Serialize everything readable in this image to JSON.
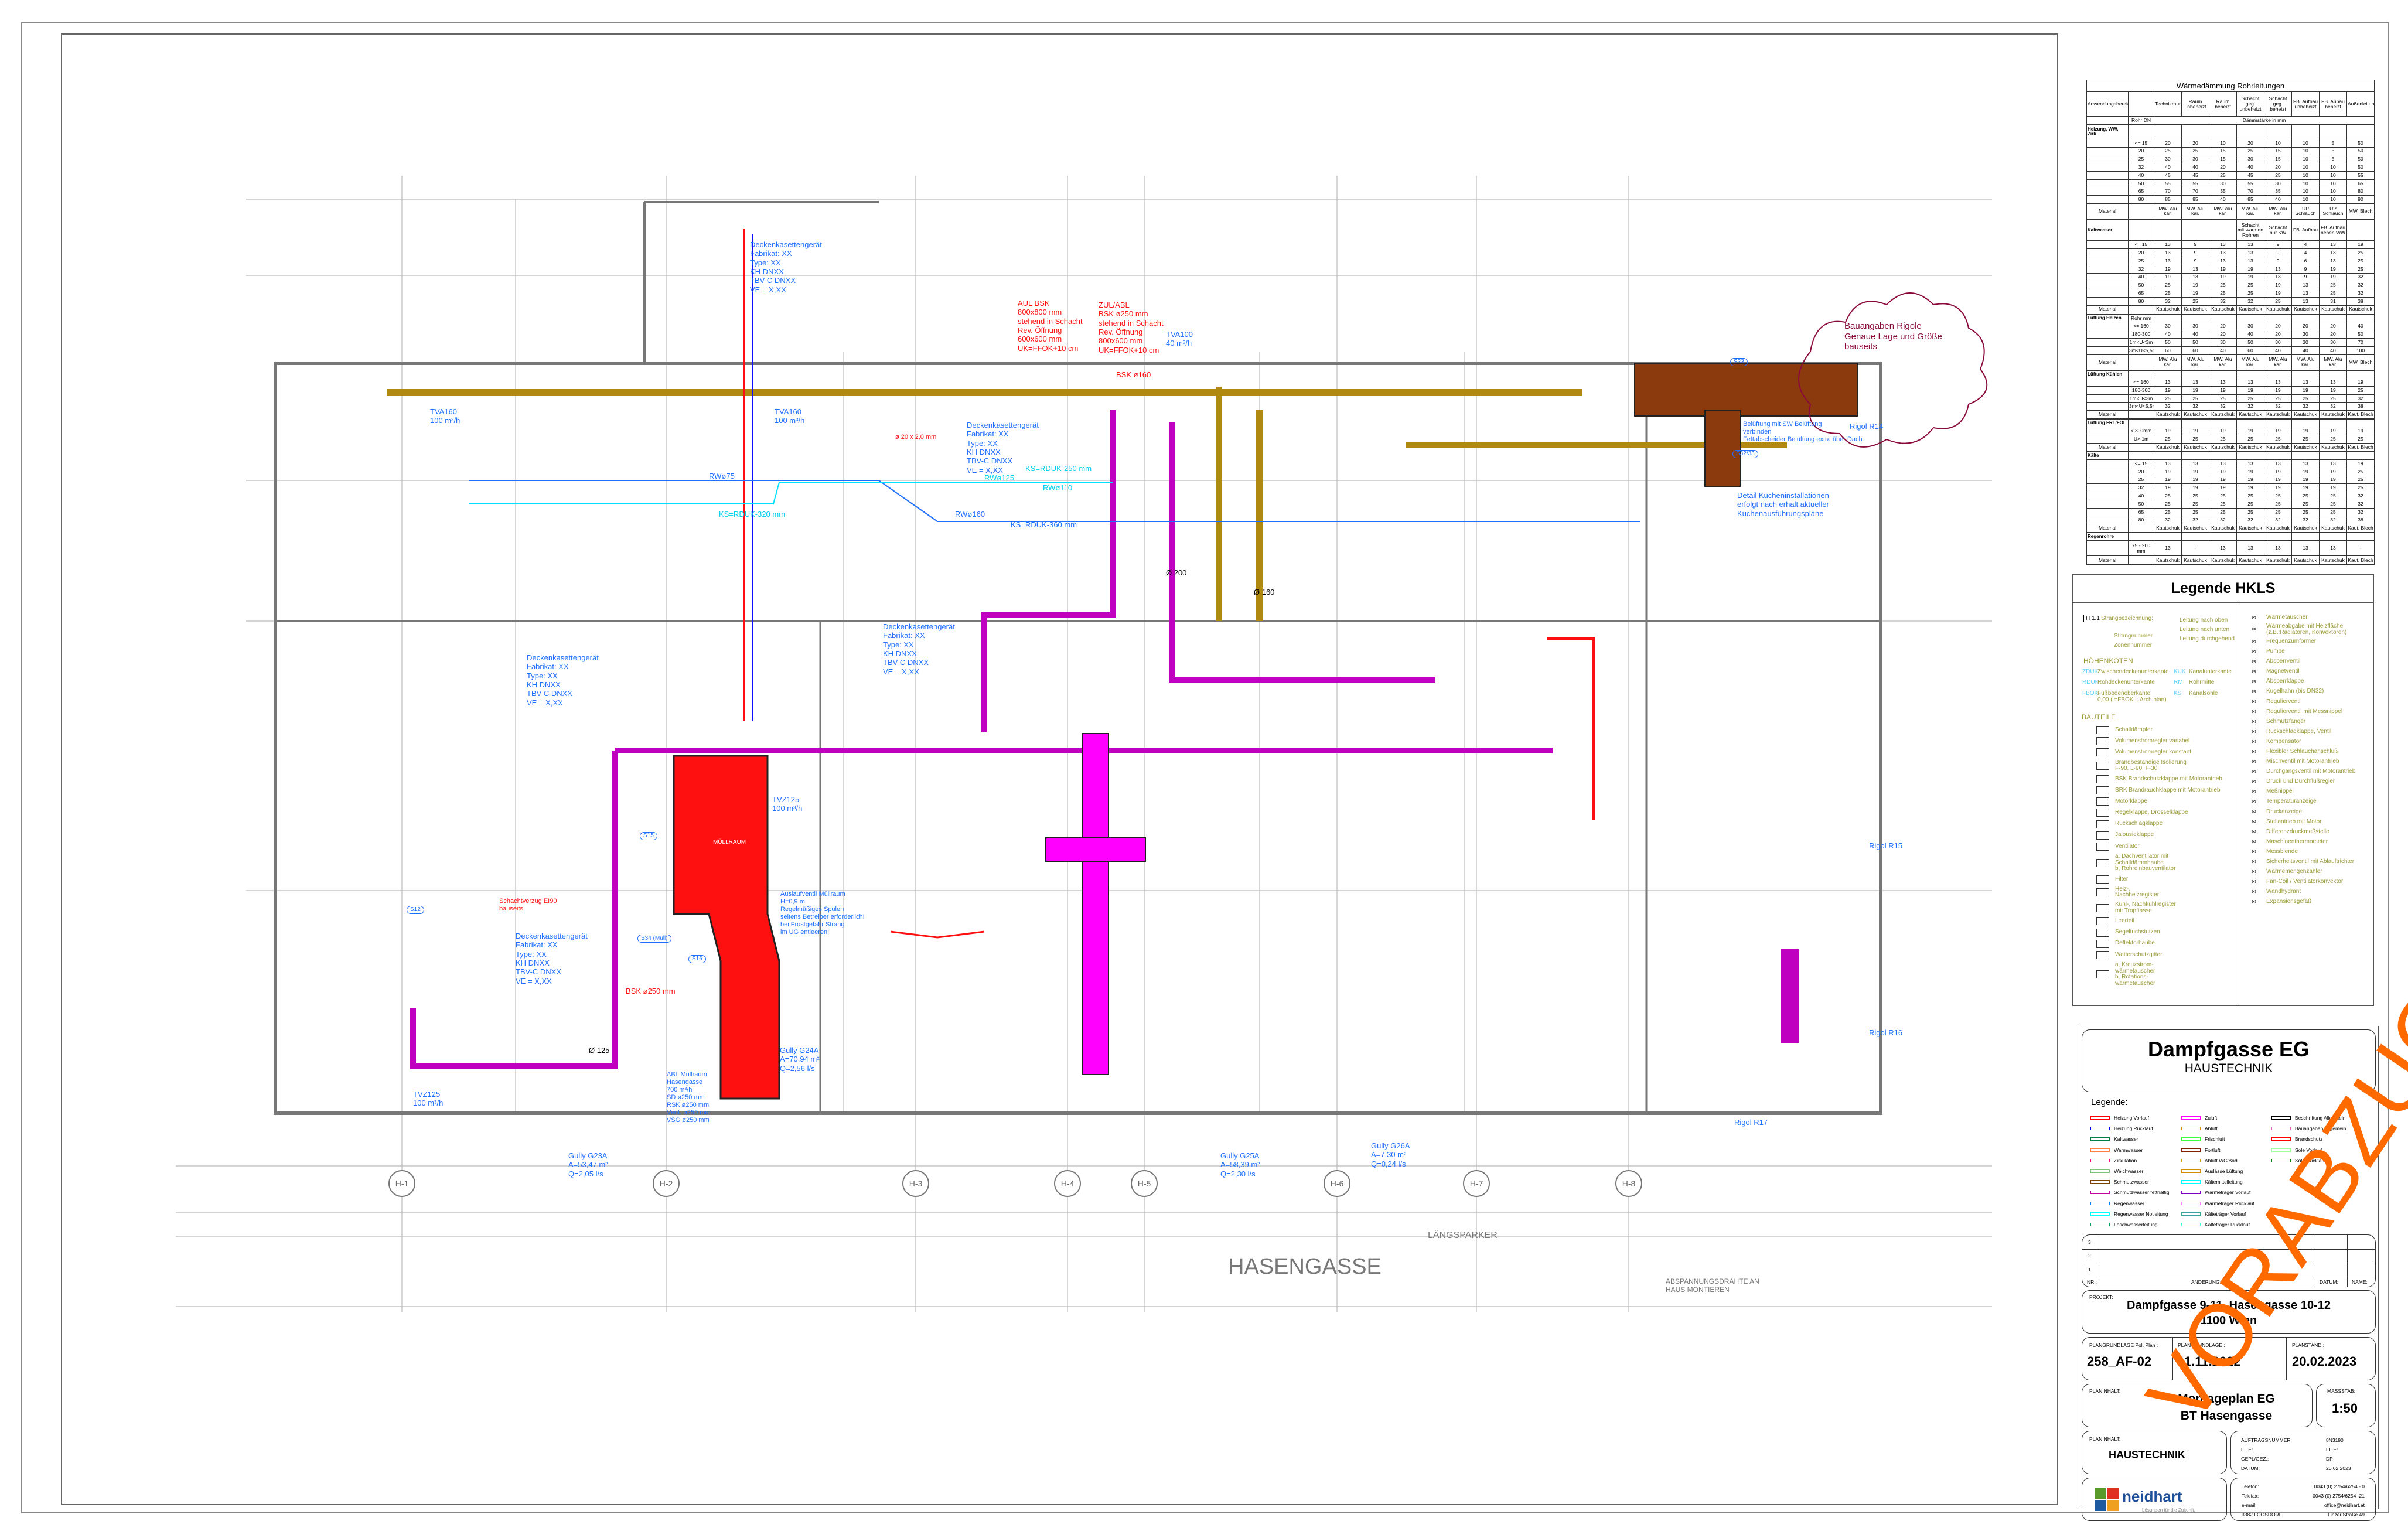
{
  "plan": {
    "street": "HASENGASSE",
    "parking": "LÄNGSPARKER",
    "wires_note": "ABSPANNUNGSDRÄHTE AN\nHAUS MONTIEREN",
    "axes": [
      "H-1",
      "H-2",
      "H-3",
      "H-4",
      "H-5",
      "H-6",
      "H-7",
      "H-8"
    ],
    "fancoil": "Deckenkasettengerät\nFabrikat: XX\nType: XX\nKH DNXX\nTBV-C DNXX\nVE = X,XX",
    "aul_bsk": "AUL BSK\n800x800 mm\nstehend in Schacht\nRev. Öffnung\n600x600 mm\nUK=FFOK+10 cm",
    "zul_abl": "ZUL/ABL\nBSK ø250 mm\nstehend in Schacht\nRev. Öffnung\n800x600 mm\nUK=FFOK+10 cm",
    "tva160_a": "TVA160\n100 m³/h",
    "tva160_b": "TVA160\n100 m³/h",
    "tva100": "TVA100\n40 m³/h",
    "tvz125_a": "TVZ125\n100 m³/h",
    "tvz125_b": "TVZ125\n100 m³/h",
    "rw75": "RWø75",
    "rw125": "RWø125",
    "rw110": "RWø110",
    "rw160": "RWø160",
    "ks320": "KS=RDUK-320 mm",
    "ks250": "KS=RDUK-250 mm",
    "ks360": "KS=RDUK-360 mm",
    "pipe_20": "ø 20 x 2,0 mm",
    "d160": "Ø 160",
    "d200": "Ø 200",
    "d125": "Ø 125",
    "bsk160": "BSK ø160",
    "cloud": "Bauangaben Rigole\nGenaue Lage und Größe\nbauseits",
    "rigol_r14": "Rigol R14",
    "rigol_r15": "Rigol R15",
    "rigol_r16": "Rigol R16",
    "rigol_r17": "Rigol R17",
    "kitchen_vent": "Belüftung mit SW Belüftung\nverbinden\nFettabscheider Belüftung extra über Dach",
    "kitchen_detail": "Detail Kücheninstallationen\nerfolgt nach erhalt aktueller\nKüchenausführungspläne",
    "schacht": "Schachtverzug EI90\nbauseits",
    "bsk250": "BSK ø250 mm",
    "auslauf": "Auslaufventil Müllraum\nH=0,9 m\nRegelmäßiges Spülen\nseitens Betreiber erforderlich!\nbei Frostgefahr Strang\nim UG entleeren!",
    "abl_muell": "ABL Müllraum\nHasengasse\n700 m³/h\nSD ø250 mm\nRSK ø250 mm\nVent. ø250 mm\nVSG ø250 mm",
    "muellraum": "MÜLLRAUM",
    "gully_g23a": "Gully G23A\nA=53,47 m²\nQ=2,05 l/s",
    "gully_g24a": "Gully G24A\nA=70,94 m²\nQ=2,56 l/s",
    "gully_g25a": "Gully G25A\nA=58,39 m²\nQ=2,30 l/s",
    "gully_g26a": "Gully G26A\nA=7,30 m²\nQ=0,24 l/s",
    "s12": "S12",
    "s15": "S15",
    "s16": "S16",
    "s34": "S34 (Müll)",
    "s33": "S33",
    "s3233": "S32/33"
  },
  "insulation_table": {
    "title": "Wärmedämmung Rohrleitungen",
    "header": [
      "Anwendungsbereich",
      "",
      "Technikraum",
      "Raum unbeheizt",
      "Raum beheizt",
      "Schacht geg. unbeheizt",
      "Schacht geg. beheizt",
      "FB. Aufbau unbeheizt",
      "FB. Aubau beheizt",
      "Außenleitung"
    ],
    "unit_row": [
      "",
      "Rohr DN",
      "Dämmstärke in mm"
    ],
    "sections": [
      {
        "name": "Heizung, WW, Zirk",
        "sub": [],
        "rows": [
          [
            "<= 15",
            "20",
            "20",
            "10",
            "20",
            "10",
            "10",
            "5",
            "50"
          ],
          [
            "20",
            "25",
            "25",
            "15",
            "25",
            "15",
            "10",
            "5",
            "50"
          ],
          [
            "25",
            "30",
            "30",
            "15",
            "30",
            "15",
            "10",
            "5",
            "50"
          ],
          [
            "32",
            "40",
            "40",
            "20",
            "40",
            "20",
            "10",
            "10",
            "50"
          ],
          [
            "40",
            "45",
            "45",
            "25",
            "45",
            "25",
            "10",
            "10",
            "55"
          ],
          [
            "50",
            "55",
            "55",
            "30",
            "55",
            "30",
            "10",
            "10",
            "65"
          ],
          [
            "65",
            "70",
            "70",
            "35",
            "70",
            "35",
            "10",
            "10",
            "80"
          ],
          [
            "80",
            "85",
            "85",
            "40",
            "85",
            "40",
            "10",
            "10",
            "90"
          ]
        ],
        "material": [
          "MW. Alu kar.",
          "MW. Alu kar.",
          "MW. Alu kar.",
          "MW. Alu kar.",
          "MW. Alu kar.",
          "UP Schlauch",
          "UP Schlauch",
          "MW. Blech"
        ]
      },
      {
        "name": "Kaltwasser",
        "sub": [
          "",
          "",
          "",
          "",
          "Schacht mit warmen Rohren",
          "Schacht nur KW",
          "FB. Aufbau",
          "FB. Aufbau neben WW",
          ""
        ],
        "rows": [
          [
            "<= 15",
            "13",
            "9",
            "13",
            "13",
            "9",
            "4",
            "13",
            "19"
          ],
          [
            "20",
            "13",
            "9",
            "13",
            "13",
            "9",
            "4",
            "13",
            "25"
          ],
          [
            "25",
            "13",
            "9",
            "13",
            "13",
            "9",
            "6",
            "13",
            "25"
          ],
          [
            "32",
            "19",
            "13",
            "19",
            "19",
            "13",
            "9",
            "19",
            "25"
          ],
          [
            "40",
            "19",
            "13",
            "19",
            "19",
            "13",
            "9",
            "19",
            "32"
          ],
          [
            "50",
            "25",
            "19",
            "25",
            "25",
            "19",
            "13",
            "25",
            "32"
          ],
          [
            "65",
            "25",
            "19",
            "25",
            "25",
            "19",
            "13",
            "25",
            "32"
          ],
          [
            "80",
            "32",
            "25",
            "32",
            "32",
            "25",
            "13",
            "31",
            "38"
          ]
        ],
        "material": [
          "Kautschuk",
          "Kautschuk",
          "Kautschuk",
          "Kautschuk",
          "Kautschuk",
          "Kautschuk",
          "Kautschuk",
          "Kautschuk"
        ]
      },
      {
        "name": "Lüftung Heizen",
        "sub": [
          "Rohr mm",
          "",
          "",
          "",
          "",
          "",
          "",
          "",
          ""
        ],
        "rows": [
          [
            "<= 160",
            "30",
            "30",
            "20",
            "30",
            "20",
            "20",
            "20",
            "40"
          ],
          [
            "180-300",
            "40",
            "40",
            "20",
            "40",
            "20",
            "30",
            "20",
            "50"
          ],
          [
            "1m<U<3m",
            "50",
            "50",
            "30",
            "50",
            "30",
            "30",
            "30",
            "70"
          ],
          [
            "3m<U<5,5m",
            "60",
            "60",
            "40",
            "60",
            "40",
            "40",
            "40",
            "100"
          ]
        ],
        "material": [
          "MW. Alu kar.",
          "MW. Alu kar.",
          "MW. Alu kar.",
          "MW. Alu kar.",
          "MW. Alu kar.",
          "MW. Alu kar.",
          "MW. Alu kar.",
          "MW. Blech"
        ]
      },
      {
        "name": "Lüftung Kühlen",
        "sub": [],
        "rows": [
          [
            "<= 160",
            "13",
            "13",
            "13",
            "13",
            "13",
            "13",
            "13",
            "19"
          ],
          [
            "180-300",
            "19",
            "19",
            "19",
            "19",
            "19",
            "19",
            "19",
            "25"
          ],
          [
            "1m<U<3m",
            "25",
            "25",
            "25",
            "25",
            "25",
            "25",
            "25",
            "32"
          ],
          [
            "3m<U<5,5m",
            "32",
            "32",
            "32",
            "32",
            "32",
            "32",
            "32",
            "38"
          ]
        ],
        "material": [
          "Kautschuk",
          "Kautschuk",
          "Kautschuk",
          "Kautschuk",
          "Kautschuk",
          "Kautschuk",
          "Kautschuk",
          "Kaut. Blech"
        ]
      },
      {
        "name": "Lüftung FRL/FOL",
        "sub": [],
        "rows": [
          [
            "< 300mm",
            "19",
            "19",
            "19",
            "19",
            "19",
            "19",
            "19",
            "19"
          ],
          [
            "U> 1m",
            "25",
            "25",
            "25",
            "25",
            "25",
            "25",
            "25",
            "25"
          ]
        ],
        "material": [
          "Kautschuk",
          "Kautschuk",
          "Kautschuk",
          "Kautschuk",
          "Kautschuk",
          "Kautschuk",
          "Kautschuk",
          "Kaut. Blech"
        ]
      },
      {
        "name": "Kälte",
        "sub": [],
        "rows": [
          [
            "<= 15",
            "13",
            "13",
            "13",
            "13",
            "13",
            "13",
            "13",
            "19"
          ],
          [
            "20",
            "19",
            "19",
            "19",
            "19",
            "19",
            "19",
            "19",
            "25"
          ],
          [
            "25",
            "19",
            "19",
            "19",
            "19",
            "19",
            "19",
            "19",
            "25"
          ],
          [
            "32",
            "19",
            "19",
            "19",
            "19",
            "19",
            "19",
            "19",
            "25"
          ],
          [
            "40",
            "25",
            "25",
            "25",
            "25",
            "25",
            "25",
            "25",
            "32"
          ],
          [
            "50",
            "25",
            "25",
            "25",
            "25",
            "25",
            "25",
            "25",
            "32"
          ],
          [
            "65",
            "25",
            "25",
            "25",
            "25",
            "25",
            "25",
            "25",
            "32"
          ],
          [
            "80",
            "32",
            "32",
            "32",
            "32",
            "32",
            "32",
            "32",
            "38"
          ]
        ],
        "material": [
          "Kautschuk",
          "Kautschuk",
          "Kautschuk",
          "Kautschuk",
          "Kautschuk",
          "Kautschuk",
          "Kautschuk",
          "Kaut. Blech"
        ]
      },
      {
        "name": "Regenrohre",
        "sub": [],
        "rows": [
          [
            "75 - 200 mm",
            "13",
            "-",
            "13",
            "13",
            "13",
            "13",
            "13",
            "-"
          ]
        ],
        "material": [
          "Kautschuk",
          "Kautschuk",
          "Kautschuk",
          "Kautschuk",
          "Kautschuk",
          "Kautschuk",
          "Kautschuk",
          "Kaut. Blech"
        ]
      }
    ],
    "material_label": "Material"
  },
  "hkls_legend": {
    "title": "Legende HKLS",
    "strang": {
      "tag": "H 1.1",
      "label": "Strangbezeichnung:",
      "strangnummer": "Strangnummer",
      "zonennummer": "Zonennummer"
    },
    "leitungen": [
      "Leitung nach oben",
      "Leitung nach unten",
      "Leitung durchgehend"
    ],
    "hoehenkoten_title": "HÖHENKOTEN",
    "hoehenkoten": [
      {
        "abbr": "ZDUK",
        "label": "Zwischendeckenunterkante"
      },
      {
        "abbr": "RDUK",
        "label": "Rohdeckenunterkante"
      },
      {
        "abbr": "FBOK",
        "label": "Fußbodenoberkante\n0,00 ( =FBOK lt.Arch.plan)"
      },
      {
        "abbr": "KUK",
        "label": "Kanalunterkante"
      },
      {
        "abbr": "RM",
        "label": "Rohrmitte"
      },
      {
        "abbr": "KS",
        "label": "Kanalsohle"
      }
    ],
    "bauteile_title": "BAUTEILE",
    "bauteile": [
      "Schalldämpfer",
      "Volumenstromregler variabel",
      "Volumenstromregler konstant",
      "Brandbeständige Isolierung\nF-90, L-90, F-30",
      "BSK Brandschutzklappe mit Motorantrieb",
      "BRK Brandrauchklappe mit Motorantrieb",
      "Motorklappe",
      "Regelklappe, Drosselklappe",
      "Rückschlagklappe",
      "Jalousieklappe",
      "Ventilator",
      "a, Dachventilator mit\n   Schalldämmhaube\nb, Rohreinbauventilator",
      "Filter",
      "Heiz-,\nNachheizregister",
      "Kühl-, Nachkühlregister\nmit Tropftasse",
      "Leerteil",
      "Segeltuchstutzen",
      "Deflektorhaube",
      "Wetterschutzgitter",
      "a, Kreuzstrom-\n    wärmetauscher\nb, Rotations-\n    wärmetauscher"
    ],
    "armaturen": [
      "Wärmetauscher",
      "Wärmeabgabe mit Heizfläche\n(z.B.:Radiatoren, Konvektoren)",
      "Frequenzumformer",
      "Pumpe",
      "Absperrventil",
      "Magnetventil",
      "Absperrklappe",
      "Kugelhahn (bis DN32)",
      "Regulierventil",
      "Regulierventil mit Messnippel",
      "Schmutzfänger",
      "Rückschlagklappe, Ventil",
      "Kompensator",
      "Flexibler Schlauchanschluß",
      "Mischventil mit Motorantrieb",
      "Durchgangsventil mit Motorantrieb",
      "Druck und Durchflußregler",
      "Meßnippel",
      "Temperaturanzeige",
      "Druckanzeige",
      "Stellantrieb mit Motor",
      "Differenzdruckmeßstelle",
      "Maschinenthermometer",
      "Messblende",
      "Sicherheitsventil mit Ablauftrichter",
      "Wärmemengenzähler",
      "Fan-Coil / Ventilatorkonvektor",
      "Wandhydrant",
      "Expansionsgefäß"
    ]
  },
  "title_block": {
    "title": "Dampfgasse EG",
    "subtitle": "HAUSTECHNIK",
    "legend_title": "Legende:",
    "legend": [
      {
        "label": "Heizung Vorlauf",
        "color": "#ff0000"
      },
      {
        "label": "Heizung Rücklauf",
        "color": "#0000ff"
      },
      {
        "label": "Kaltwasser",
        "color": "#008040"
      },
      {
        "label": "Warmwasser",
        "color": "#ff8040"
      },
      {
        "label": "Zirkulation",
        "color": "#ff0080"
      },
      {
        "label": "Weichwasser",
        "color": "#80c080"
      },
      {
        "label": "Schmutzwasser",
        "color": "#804000"
      },
      {
        "label": "Schmutzwasser fetthaltig",
        "color": "#c000a0"
      },
      {
        "label": "Regenwasser",
        "color": "#0080ff"
      },
      {
        "label": "Regenwasser Notleitung",
        "color": "#00ffff"
      },
      {
        "label": "Löschwasserleitung",
        "color": "#00a060"
      },
      {
        "label": "Zuluft",
        "color": "#ff00ff"
      },
      {
        "label": "Abluft",
        "color": "#d09000"
      },
      {
        "label": "Frischluft",
        "color": "#40ff40"
      },
      {
        "label": "Fortluft",
        "color": "#802000"
      },
      {
        "label": "Abluft WC/Bad",
        "color": "#d0a000"
      },
      {
        "label": "Auslässe Lüftung",
        "color": "#d09000"
      },
      {
        "label": "Kältemittelleitung",
        "color": "#00ffff"
      },
      {
        "label": "Wärmeträger Vorlauf",
        "color": "#8000c0"
      },
      {
        "label": "Wärmeträger Rücklauf",
        "color": "#ff80ff"
      },
      {
        "label": "Kälteträger Vorlauf",
        "color": "#40a0a0"
      },
      {
        "label": "Kälteträger Rücklauf",
        "color": "#40ffe0"
      },
      {
        "label": "Beschriftung Allgemein",
        "color": "#000000"
      },
      {
        "label": "Bauangaben Allgemein",
        "color": "#e060c0"
      },
      {
        "label": "Brandschutz",
        "color": "#ff0000"
      },
      {
        "label": "Sole Vorlauf",
        "color": "#a0ffa0"
      },
      {
        "label": "Sole Rücklauf",
        "color": "#008000"
      }
    ],
    "changes": {
      "rows": [
        "3",
        "2",
        "1"
      ],
      "nr": "NR.:",
      "aenderung": "ÄNDERUNG:",
      "datum": "DATUM:",
      "name": "NAME:"
    },
    "projekt_label": "PROJEKT:",
    "projekt": "Dampfgasse 9-11, Hasengasse 10-12\n1100 Wien",
    "plangrundlage_pol_label": "PLANGRUNDLAGE Pol. Plan :",
    "plangrundlage_pol": "258_AF-02",
    "plangrundlage_label": "PLANGRUNDLAGE :",
    "plangrundlage": "11.11.2022",
    "planstand_label": "PLANSTAND :",
    "planstand": "20.02.2023",
    "planinhalt_label": "PLANINHALT:",
    "planinhalt": "Montageplan EG\nBT Hasengasse",
    "massstab_label": "MASSSTAB:",
    "massstab": "1:50",
    "planinhalt2_label": "PLANINHALT:",
    "planinhalt2": "HAUSTECHNIK",
    "info": [
      {
        "k": "AUFTRAGSNUMMER:",
        "v": "8N3190"
      },
      {
        "k": "FILE:",
        "v": "FILE:"
      },
      {
        "k": "GEPL/GEZ.:",
        "v": "DP"
      },
      {
        "k": "DATUM:",
        "v": "20.02.2023"
      }
    ],
    "company": "neidhart",
    "slogan": "Lösungen für die Zukunft.",
    "contact": [
      {
        "k": "Telefon:",
        "v": "0043 (0) 2754/6254 - 0"
      },
      {
        "k": "Telefax:",
        "v": "0043 (0) 2754/6254 -21"
      },
      {
        "k": "e-mail:",
        "v": "office@neidhart.at"
      },
      {
        "k": "3382 LOOSDORF",
        "v": "Linzer Straße 49"
      }
    ],
    "watermark": "VORABZUG"
  }
}
